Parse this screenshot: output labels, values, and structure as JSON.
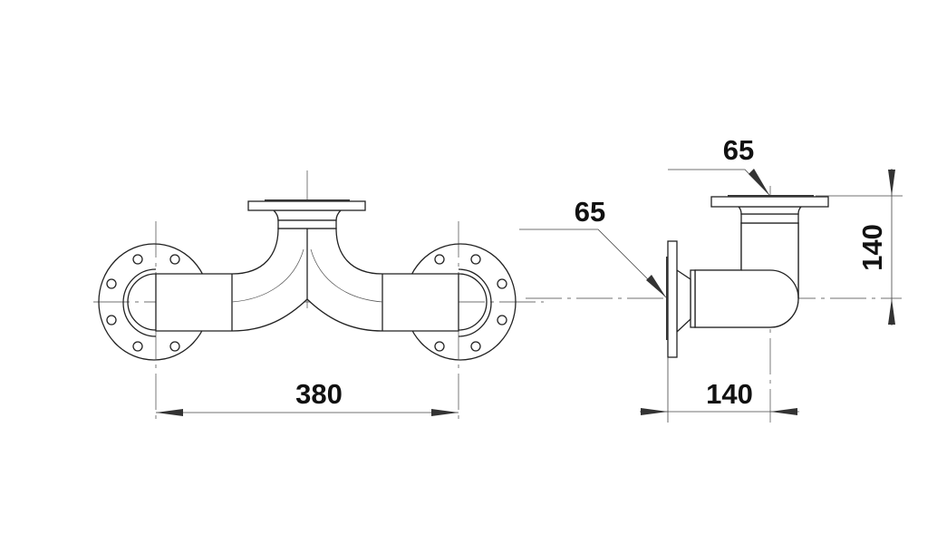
{
  "front_view": {
    "width_dimension": "380"
  },
  "side_view": {
    "top_flange_label": "65",
    "side_flange_label": "65",
    "horizontal_dimension": "140",
    "vertical_dimension": "140"
  }
}
